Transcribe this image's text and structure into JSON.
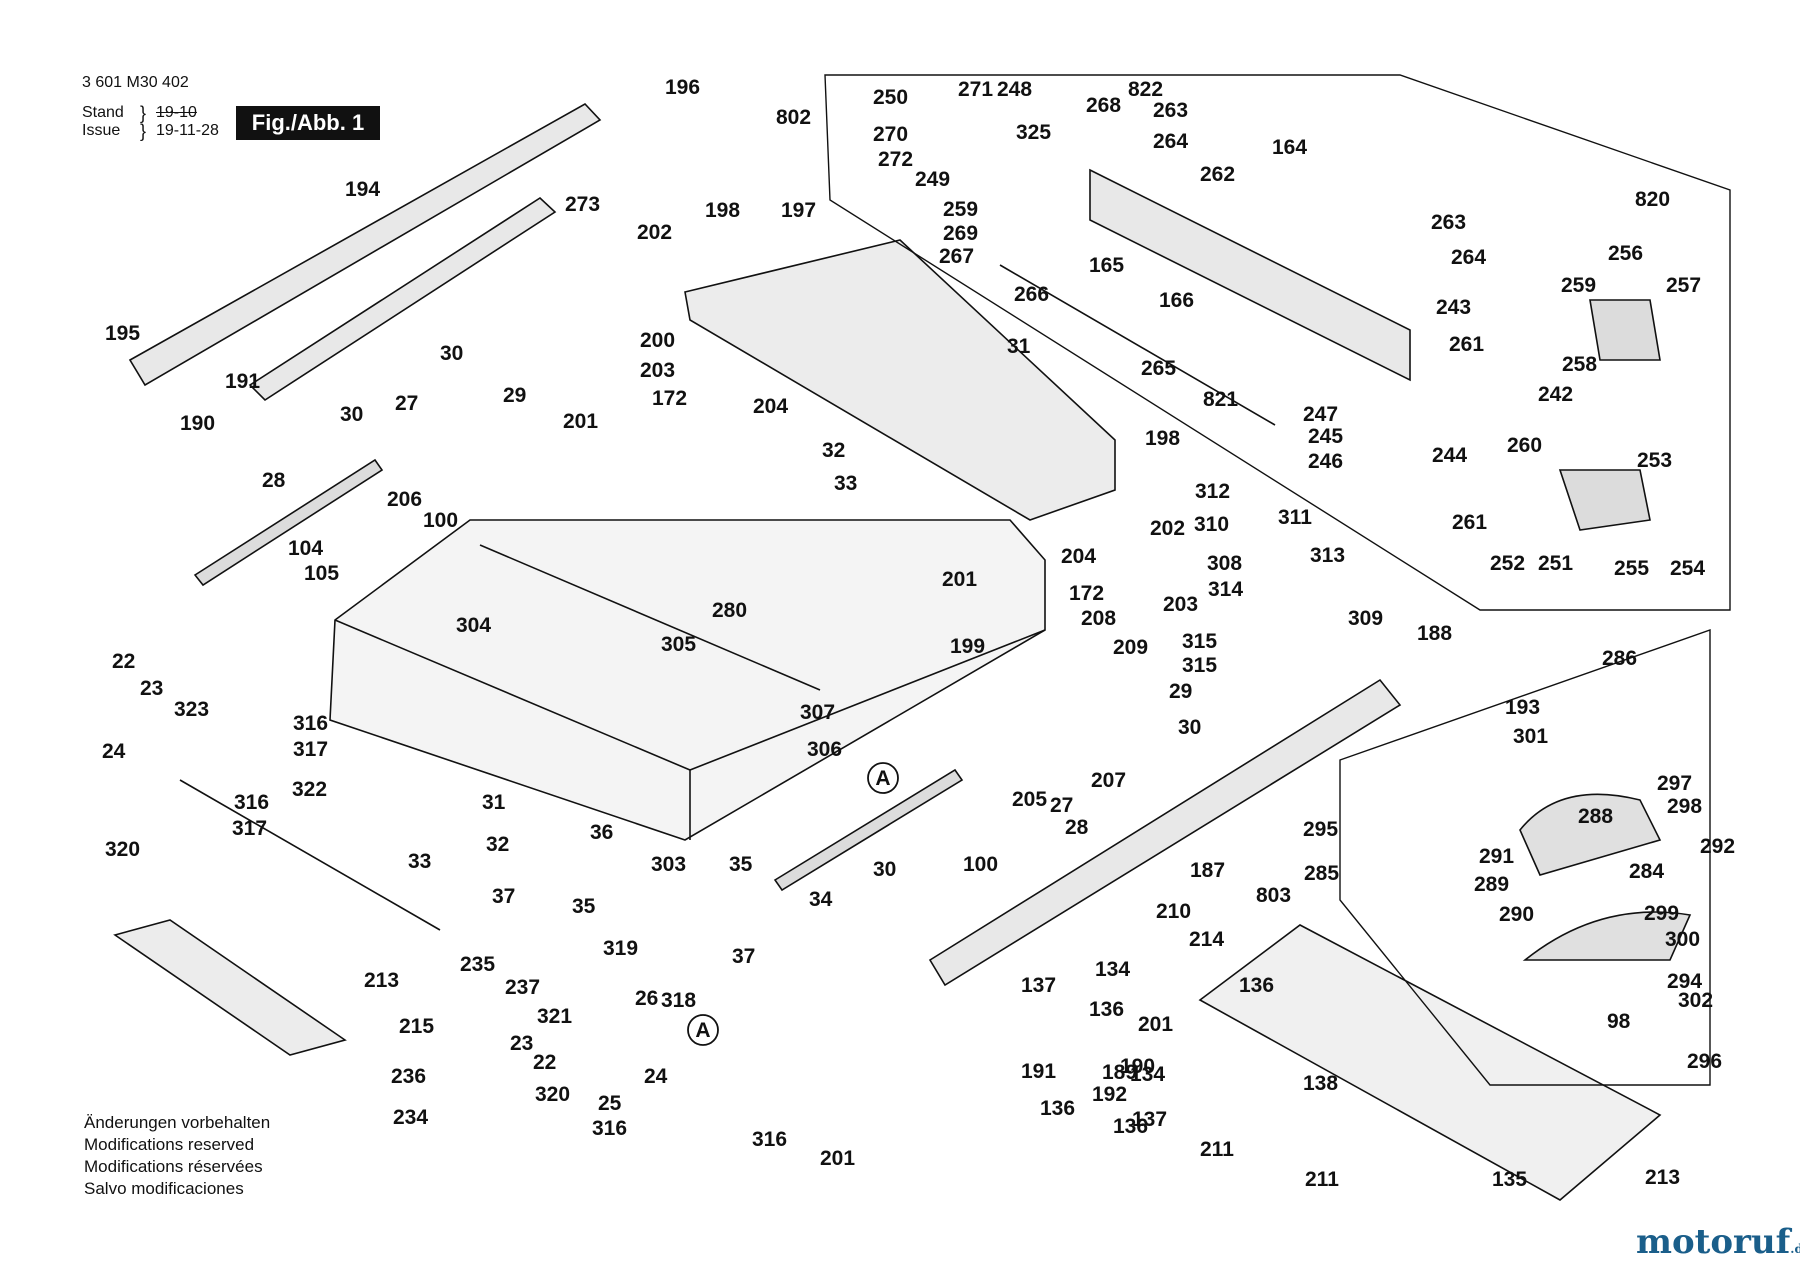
{
  "header": {
    "doc_number": "3 601 M30 402",
    "stand_label": "Stand",
    "issue_label": "Issue",
    "stand_date": "19-10",
    "issue_date": "19-11-28",
    "figure_badge": "Fig./Abb. 1"
  },
  "notes": [
    "Änderungen vorbehalten",
    "Modifications reserved",
    "Modifications réservées",
    "Salvo modificaciones"
  ],
  "watermark": {
    "main": "motoruf",
    "tld": ".de"
  },
  "circle_markers": [
    "A",
    "A"
  ],
  "part_labels": [
    "196",
    "194",
    "273",
    "195",
    "191",
    "190",
    "30",
    "29",
    "27",
    "28",
    "30",
    "206",
    "100",
    "104",
    "105",
    "202",
    "198",
    "197",
    "200",
    "203",
    "172",
    "204",
    "201",
    "31",
    "32",
    "33",
    "198",
    "202",
    "822",
    "802",
    "250",
    "271",
    "248",
    "268",
    "263",
    "325",
    "264",
    "270",
    "272",
    "249",
    "259",
    "269",
    "267",
    "262",
    "164",
    "165",
    "166",
    "266",
    "265",
    "821",
    "820",
    "263",
    "264",
    "256",
    "257",
    "259",
    "243",
    "261",
    "258",
    "242",
    "247",
    "245",
    "246",
    "244",
    "260",
    "253",
    "261",
    "252",
    "251",
    "255",
    "254",
    "312",
    "310",
    "311",
    "308",
    "313",
    "314",
    "309",
    "315",
    "315",
    "204",
    "172",
    "203",
    "201",
    "199",
    "208",
    "209",
    "280",
    "304",
    "305",
    "307",
    "306",
    "303",
    "22",
    "23",
    "323",
    "316",
    "317",
    "24",
    "316",
    "317",
    "320",
    "322",
    "31",
    "32",
    "33",
    "36",
    "37",
    "35",
    "35",
    "34",
    "37",
    "29",
    "30",
    "27",
    "28",
    "205",
    "100",
    "30",
    "207",
    "187",
    "188",
    "193",
    "286",
    "301",
    "288",
    "297",
    "298",
    "291",
    "292",
    "284",
    "299",
    "300",
    "294",
    "302",
    "296",
    "98",
    "290",
    "289",
    "295",
    "285",
    "803",
    "210",
    "214",
    "134",
    "136",
    "136",
    "137",
    "201",
    "190",
    "192",
    "191",
    "189",
    "134",
    "136",
    "137",
    "136",
    "201",
    "138",
    "135",
    "211",
    "211",
    "213",
    "213",
    "215",
    "236",
    "234",
    "235",
    "237",
    "321",
    "319",
    "26",
    "318",
    "23",
    "22",
    "320",
    "24",
    "25",
    "316",
    "316",
    "317",
    "317"
  ],
  "colors": {
    "ink": "#111111",
    "fill": "#dcdcdc",
    "badge": "#111111",
    "watermark_blue": "#1a5e8a",
    "watermark_green": "#7ab020"
  }
}
